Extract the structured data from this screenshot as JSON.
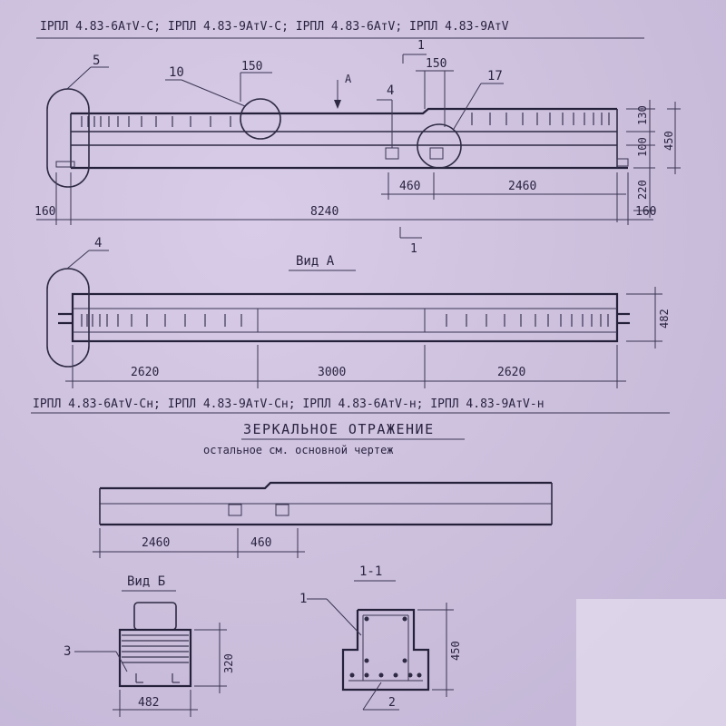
{
  "header": {
    "top_marks": "ІРПЛ 4.83-6АтV-С; ІРПЛ 4.83-9АтV-С; ІРПЛ 4.83-6АтV; ІРПЛ 4.83-9АтV",
    "middle_marks": "ІРПЛ 4.83-6АтV-Сн; ІРПЛ 4.83-9АтV-Сн; ІРПЛ 4.83-6АтV-н; ІРПЛ 4.83-9АтV-н"
  },
  "titles": {
    "view_a": "Вид А",
    "view_b": "Вид Б",
    "section": "1-1",
    "mirror": "ЗЕРКАЛЬНОЕ ОТРАЖЕНИЕ",
    "rest": "остальное см. основной чертеж"
  },
  "callouts": {
    "c5": "5",
    "c10": "10",
    "c4a": "4",
    "c17": "17",
    "c1": "1",
    "c4b": "4",
    "c3": "3",
    "c1b": "1",
    "c2": "2",
    "arrow_a": "А",
    "sec_top": "1",
    "sec_bottom": "1"
  },
  "dimensions": {
    "elev_150a": "150",
    "elev_150b": "150",
    "elev_130": "130",
    "elev_100": "100",
    "elev_220": "220",
    "elev_450": "450",
    "elev_460": "460",
    "elev_2460": "2460",
    "elev_160l": "160",
    "elev_8240": "8240",
    "elev_160r": "160",
    "plan_482": "482",
    "plan_2620a": "2620",
    "plan_3000": "3000",
    "plan_2620b": "2620",
    "mirror_2460": "2460",
    "mirror_460": "460",
    "vb_320": "320",
    "vb_482": "482",
    "sec_450": "450"
  }
}
